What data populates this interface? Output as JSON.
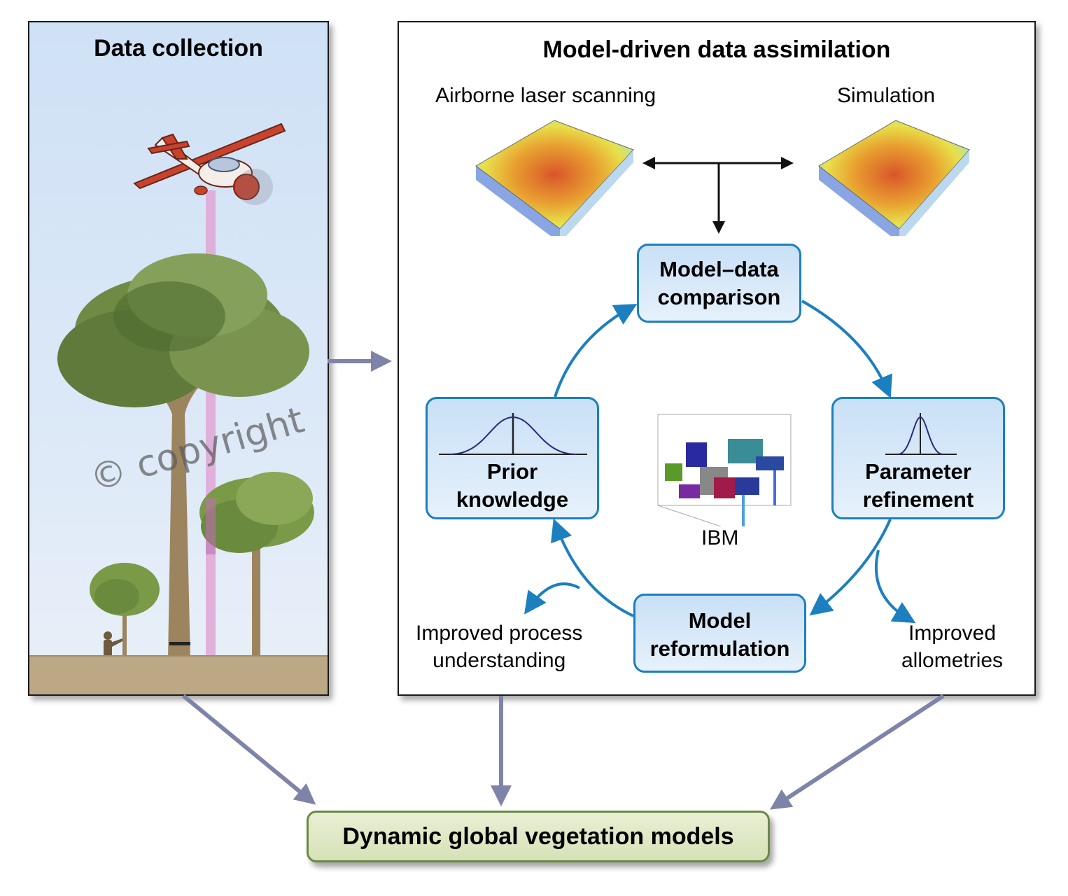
{
  "left_panel": {
    "title": "Data collection",
    "watermark": "© copyright",
    "illustration": {
      "aircraft": "light-aircraft-icon",
      "laser_beam": "lidar-beam",
      "trees": [
        "large-tree",
        "medium-tree",
        "small-tree"
      ],
      "person": "person-measuring-tree"
    }
  },
  "right_panel": {
    "title": "Model-driven data assimilation",
    "als_label": "Airborne laser scanning",
    "simulation_label": "Simulation",
    "boxes": {
      "comparison": [
        "Model–data",
        "comparison"
      ],
      "prior": [
        "Prior",
        "knowledge"
      ],
      "parameter": [
        "Parameter",
        "refinement"
      ],
      "reformulation": [
        "Model",
        "reformulation"
      ]
    },
    "ibm_label": "IBM",
    "outputs": {
      "process": [
        "Improved process",
        "understanding"
      ],
      "allometries": [
        "Improved",
        "allometries"
      ]
    }
  },
  "bottom": {
    "dgvm_label": "Dynamic global vegetation models"
  },
  "colors": {
    "cycle_arrow": "#1b7fc0",
    "flow_arrow": "#7e84a8",
    "box_fill_top": "#c9e0f6",
    "dgvm_border": "#6a8a42"
  }
}
